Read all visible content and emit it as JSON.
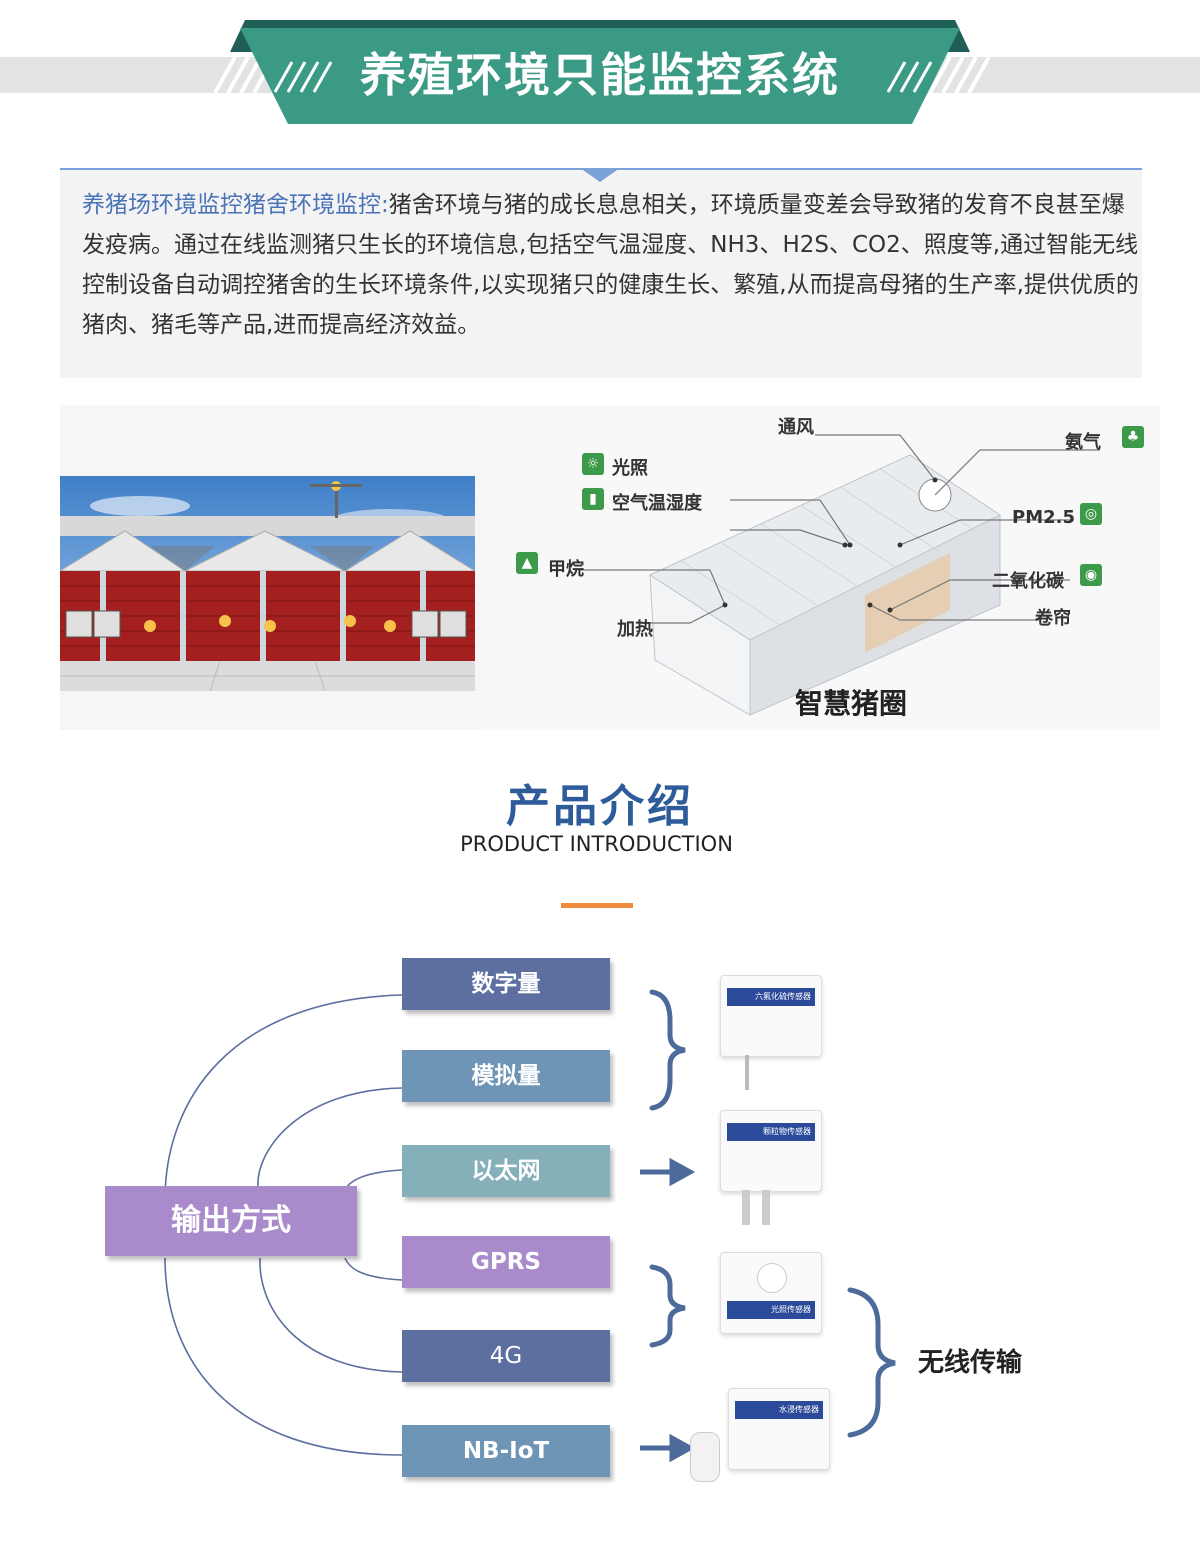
{
  "header": {
    "title": "养殖环境只能监控系统"
  },
  "intro": {
    "lead": "养猪场环境监控猪舍环境监控:",
    "body": "猪舍环境与猪的成长息息相关，环境质量变差会导致猪的发育不良甚至爆发疫病。通过在线监测猪只生长的环境信息,包括空气温湿度、NH3、H2S、CO2、照度等,通过智能无线控制设备自动调控猪舍的生长环境条件,以实现猪只的健康生长、繁殖,从而提高母猪的生产率,提供优质的猪肉、猪毛等产品,进而提高经济效益。"
  },
  "diagram": {
    "labels": {
      "ventilation": "通风",
      "ammonia": "氨气",
      "light": "光照",
      "air_temp_humidity": "空气温湿度",
      "pm25": "PM2.5",
      "methane": "甲烷",
      "co2": "二氧化碳",
      "heating": "加热",
      "curtain": "卷帘",
      "caption": "智慧猪圈"
    }
  },
  "product": {
    "title": "产品介绍",
    "subtitle": "PRODUCT INTRODUCTION"
  },
  "outputs": {
    "hub_label": "输出方式",
    "items": [
      {
        "label": "数字量",
        "color": "#5d6fa0"
      },
      {
        "label": "模拟量",
        "color": "#6e95b6"
      },
      {
        "label": "以太网",
        "color": "#85b0b9"
      },
      {
        "label": "GPRS",
        "color": "#a98bcb"
      },
      {
        "label": "4G",
        "color": "#5d6fa0"
      },
      {
        "label": "NB-IoT",
        "color": "#6e95b6"
      }
    ],
    "wireless_label": "无线传输",
    "sensors": [
      {
        "name": "六氟化硫传感器"
      },
      {
        "name": "颗粒物传感器"
      },
      {
        "name": "光照传感器"
      },
      {
        "name": "水浸传感器"
      }
    ]
  }
}
